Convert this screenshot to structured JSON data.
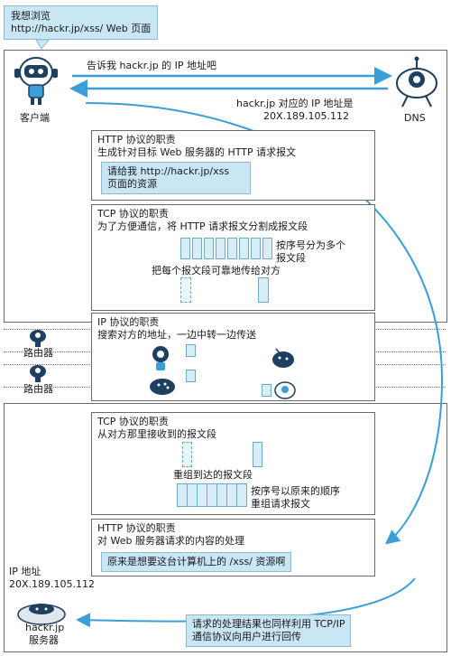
{
  "browse_bubble": {
    "line1": "我想浏览",
    "line2": "http://hackr.jp/xss/ Web 页面"
  },
  "client": {
    "label": "客户端"
  },
  "dns": {
    "label": "DNS"
  },
  "query": {
    "text": "告诉我 hackr.jp 的 IP 地址吧"
  },
  "reply": {
    "line1": "hackr.jp 对应的 IP 地址是",
    "line2": "20X.189.105.112"
  },
  "http_send": {
    "title": "HTTP 协议的职责",
    "desc": "生成针对目标 Web 服务器的 HTTP 请求报文",
    "note1": "请给我 http://hackr.jp/xss",
    "note2": "页面的资源"
  },
  "tcp_send": {
    "title": "TCP 协议的职责",
    "desc": "为了方便通信，将 HTTP 请求报文分割成报文段",
    "split1": "按序号分为多个",
    "split2": "报文段",
    "deliver": "把每个报文段可靠地传给对方"
  },
  "ip": {
    "title": "IP 协议的职责",
    "desc": "搜索对方的地址，一边中转一边传送"
  },
  "routers": [
    {
      "label": "路由器"
    },
    {
      "label": "路由器"
    }
  ],
  "tcp_recv": {
    "title": "TCP 协议的职责",
    "desc": "从对方那里接收到的报文段",
    "reassemble": "重组到达的报文段",
    "order1": "按序号以原来的顺序",
    "order2": "重组请求报文"
  },
  "http_recv": {
    "title": "HTTP 协议的职责",
    "desc": "对 Web 服务器请求的内容的处理",
    "note": "原来是想要这台计算机上的 /xss/ 资源啊"
  },
  "server": {
    "ip_label": "IP 地址",
    "ip_value": "20X.189.105.112",
    "name": "hackr.jp",
    "role": "服务器"
  },
  "result": {
    "line1": "请求的处理结果也同样利用 TCP/IP",
    "line2": "通信协议向用户进行回传"
  },
  "colors": {
    "accent": "#3a9fd6",
    "note_bg": "#c9e6f5",
    "segment": "#d7eef9",
    "robot": "#1f3f60"
  }
}
